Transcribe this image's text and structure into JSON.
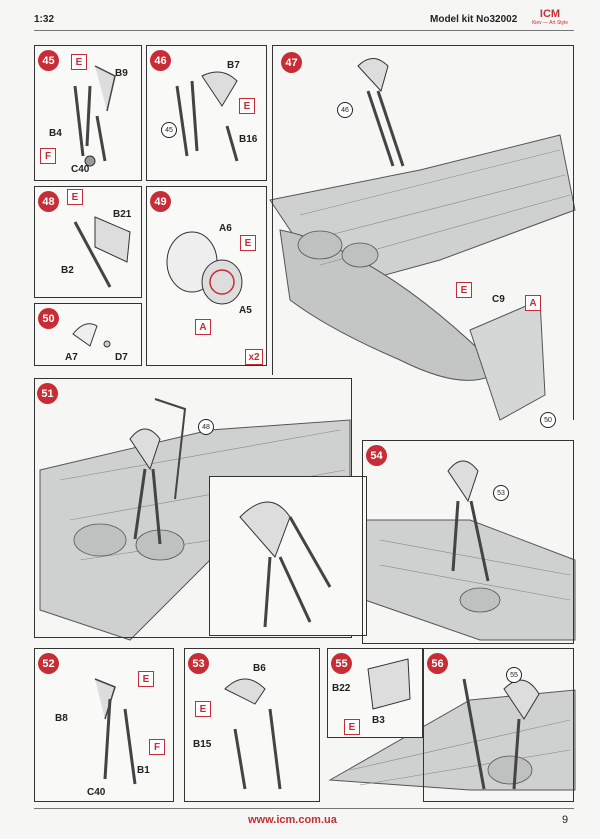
{
  "header": {
    "scale": "1:32",
    "kit": "Model kit No32002",
    "brand": "ICM",
    "brand_tagline": "Kiev — Art Style"
  },
  "footer": {
    "url": "www.icm.com.ua",
    "page": "9"
  },
  "steps": {
    "s45": {
      "num": "45",
      "tags": [
        "E",
        "F"
      ],
      "parts": [
        "B9",
        "B4",
        "C40"
      ]
    },
    "s46": {
      "num": "46",
      "ref": "45",
      "tags": [
        "E"
      ],
      "parts": [
        "B7",
        "B16"
      ]
    },
    "s47": {
      "num": "47",
      "ref": "46",
      "tags": [
        "E",
        "A"
      ],
      "parts": [
        "C9"
      ],
      "ref2": "50"
    },
    "s48": {
      "num": "48",
      "tags": [
        "E"
      ],
      "parts": [
        "B21",
        "B2"
      ]
    },
    "s49": {
      "num": "49",
      "tags": [
        "E",
        "A"
      ],
      "parts": [
        "A6",
        "A5"
      ],
      "qty": "x2"
    },
    "s50": {
      "num": "50",
      "parts": [
        "A7",
        "D7"
      ]
    },
    "s51": {
      "num": "51",
      "ref": "48"
    },
    "s54": {
      "num": "54",
      "ref": "53"
    },
    "s52": {
      "num": "52",
      "tags": [
        "E",
        "F"
      ],
      "parts": [
        "B8",
        "B1",
        "C40"
      ]
    },
    "s53": {
      "num": "53",
      "tags": [
        "E"
      ],
      "parts": [
        "B6",
        "B15"
      ]
    },
    "s55": {
      "num": "55",
      "tags": [
        "E"
      ],
      "parts": [
        "B22",
        "B3"
      ]
    },
    "s56": {
      "num": "56",
      "ref": "55"
    }
  }
}
